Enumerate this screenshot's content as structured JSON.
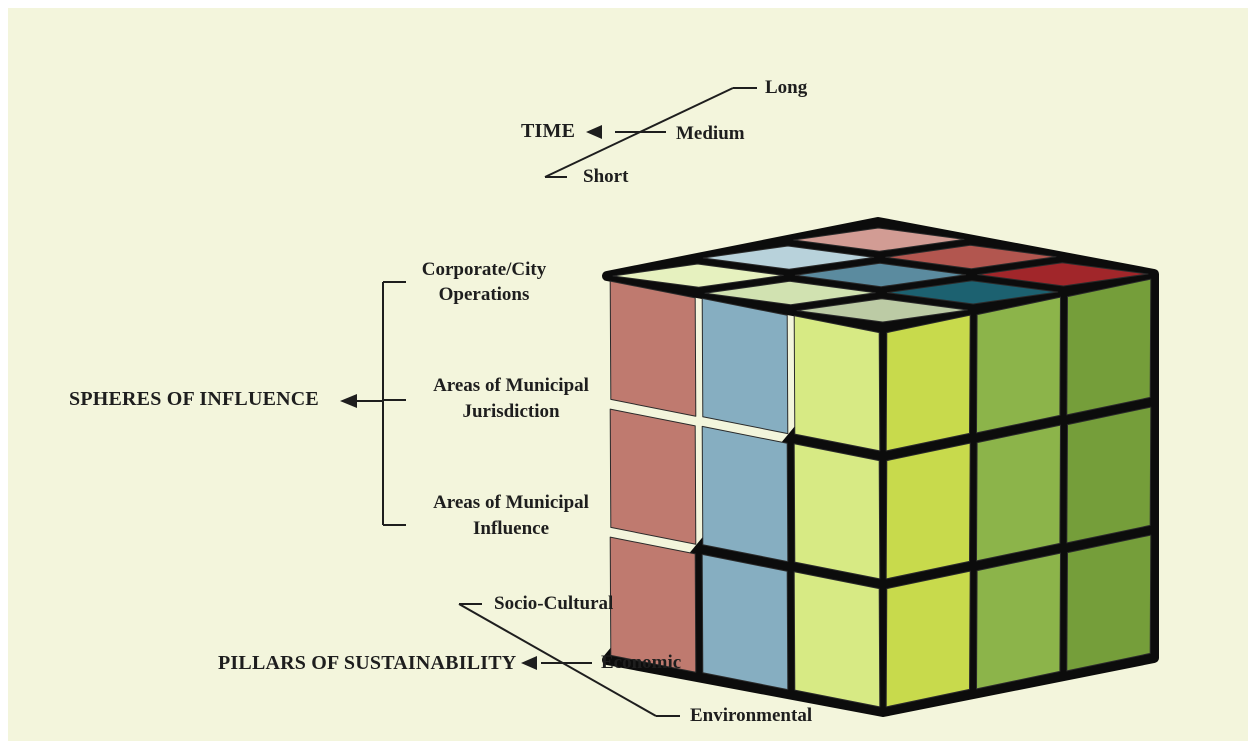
{
  "colors": {
    "background": "#f3f5dc",
    "axis_line": "#1e1e1e",
    "face_top": [
      "#d29c94",
      "#b2564f",
      "#a1262a",
      "#b8d2db",
      "#5b8b9f",
      "#1c6170",
      "#e6f1bf",
      "#d1e2b1",
      "#bccba5"
    ],
    "face_left": [
      "#bf7a6f",
      "#86aec1",
      "#d7ea84"
    ],
    "face_right": [
      "#c8da4c",
      "#8cb44a",
      "#759e3a"
    ]
  },
  "time": {
    "heading": "TIME",
    "long": "Long",
    "medium": "Medium",
    "short": "Short"
  },
  "spheres": {
    "heading": "SPHERES OF INFLUENCE",
    "item1_line1": "Corporate/City",
    "item1_line2": "Operations",
    "item2_line1": "Areas of Municipal",
    "item2_line2": "Jurisdiction",
    "item3_line1": "Areas of Municipal",
    "item3_line2": "Influence"
  },
  "pillars": {
    "heading": "PILLARS OF SUSTAINABILITY",
    "socio": "Socio-Cultural",
    "economic": "Economic",
    "environmental": "Environmental"
  },
  "cube": {
    "icon": "rubiks-cube-icon"
  }
}
